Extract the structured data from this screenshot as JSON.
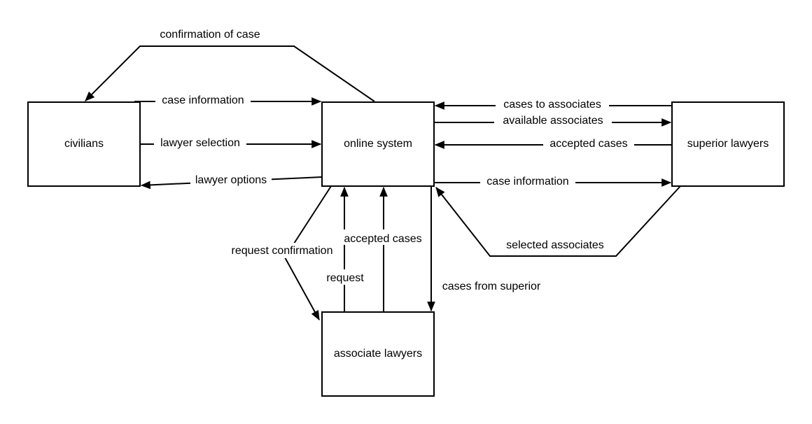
{
  "nodes": {
    "civilians": "civilians",
    "online_system": "online system",
    "superior_lawyers": "superior lawyers",
    "associate_lawyers": "associate lawyers"
  },
  "edges": {
    "confirmation_of_case": "confirmation of case",
    "case_information_civ": "case information",
    "lawyer_selection": "lawyer selection",
    "lawyer_options": "lawyer options",
    "cases_to_associates": "cases to associates",
    "available_associates": "available associates",
    "accepted_cases_sup": "accepted cases",
    "case_information_sup": "case information",
    "selected_associates": "selected associates",
    "request_confirmation": "request confirmation",
    "request": "request",
    "accepted_cases_assoc": "accepted cases",
    "cases_from_superior": "cases from superior"
  }
}
